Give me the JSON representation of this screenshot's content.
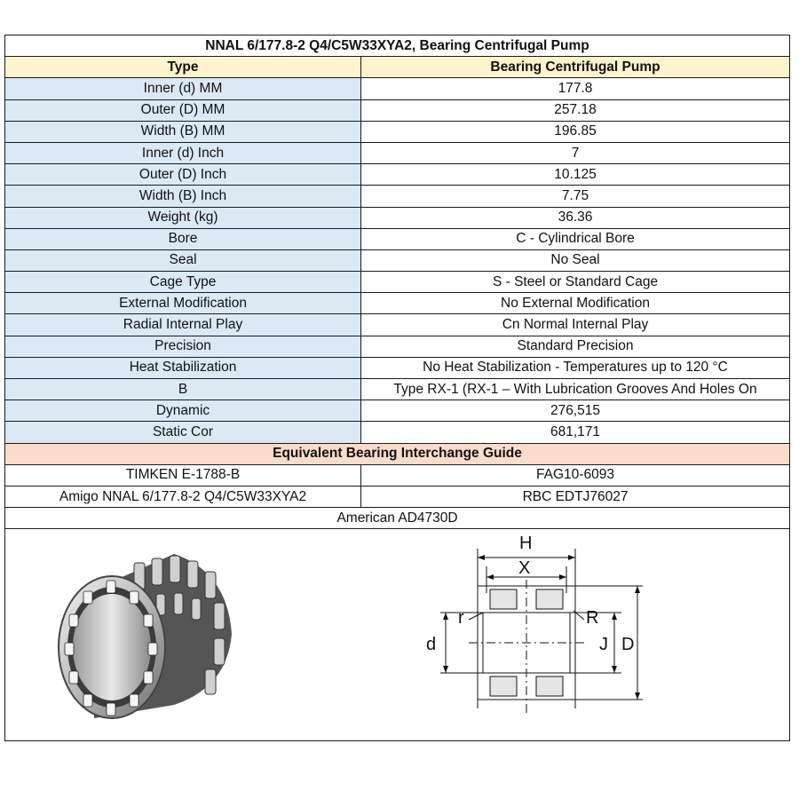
{
  "title": "NNAL 6/177.8-2 Q4/C5W33XYA2, Bearing Centrifugal Pump",
  "header": {
    "left": "Type",
    "right": "Bearing Centrifugal Pump"
  },
  "specs": [
    {
      "label": "Inner (d) MM",
      "value": "177.8"
    },
    {
      "label": "Outer (D) MM",
      "value": "257.18"
    },
    {
      "label": "Width (B) MM",
      "value": "196.85"
    },
    {
      "label": "Inner (d) Inch",
      "value": "7"
    },
    {
      "label": "Outer (D) Inch",
      "value": "10.125"
    },
    {
      "label": "Width (B) Inch",
      "value": "7.75"
    },
    {
      "label": "Weight (kg)",
      "value": "36.36"
    },
    {
      "label": "Bore",
      "value": "C - Cylindrical Bore"
    },
    {
      "label": "Seal",
      "value": "No Seal"
    },
    {
      "label": "Cage Type",
      "value": "S - Steel or Standard Cage"
    },
    {
      "label": "External Modification",
      "value": "No External Modification"
    },
    {
      "label": "Radial Internal Play",
      "value": "Cn Normal Internal Play"
    },
    {
      "label": "Precision",
      "value": "Standard Precision"
    },
    {
      "label": "Heat Stabilization",
      "value": "No Heat Stabilization - Temperatures up to 120 °C"
    },
    {
      "label": "B",
      "value": "Type RX-1 (RX-1 – With Lubrication Grooves And Holes On"
    },
    {
      "label": "Dynamic",
      "value": "276,515"
    },
    {
      "label": "Static Cor",
      "value": "681,171"
    }
  ],
  "guide": {
    "title": "Equivalent Bearing Interchange Guide",
    "rows": [
      [
        "TIMKEN  E-1788-B",
        "FAG10-6093"
      ],
      [
        "Amigo  NNAL 6/177.8-2 Q4/C5W33XYA2",
        "RBC  EDTJ76027"
      ]
    ],
    "last": "American  AD4730D"
  },
  "diagram": {
    "H": "H",
    "X": "X",
    "r": "r",
    "R": "R",
    "d": "d",
    "J": "J",
    "D": "D"
  },
  "colors": {
    "label_bg": "#dbe9f5",
    "header_bg": "#fef3cc",
    "guide_bg": "#fbdccb",
    "border": "#1a1a1a"
  }
}
